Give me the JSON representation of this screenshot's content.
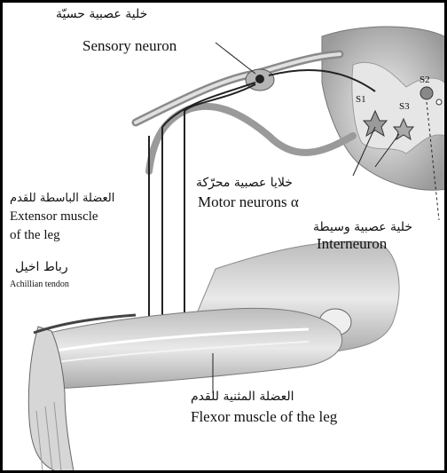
{
  "labels": {
    "sensory_neuron": {
      "ar": "خلية عصبية حسيّة",
      "en": "Sensory neuron"
    },
    "extensor_muscle": {
      "ar": "العضلة الباسطة للقدم",
      "en_line1": "Extensor muscle",
      "en_line2": "of the leg"
    },
    "achilles_tendon": {
      "ar": "رباط اخيل",
      "en": "Achillian tendon"
    },
    "motor_neurons": {
      "ar": "خلايا عصبية محرّكة",
      "en": "Motor neurons α"
    },
    "interneuron": {
      "ar": "خلية عصبية وسيطة",
      "en": "Interneuron"
    },
    "flexor_muscle": {
      "ar": "العضلة المثنية للقدم",
      "en": "Flexor muscle of the leg"
    },
    "cell_tags": {
      "s1": "S1",
      "s2": "S2",
      "s3": "S3"
    }
  },
  "colors": {
    "ink": "#111111",
    "shade": "#8a8a8a",
    "light": "#d4d4d4",
    "background": "#ffffff"
  }
}
